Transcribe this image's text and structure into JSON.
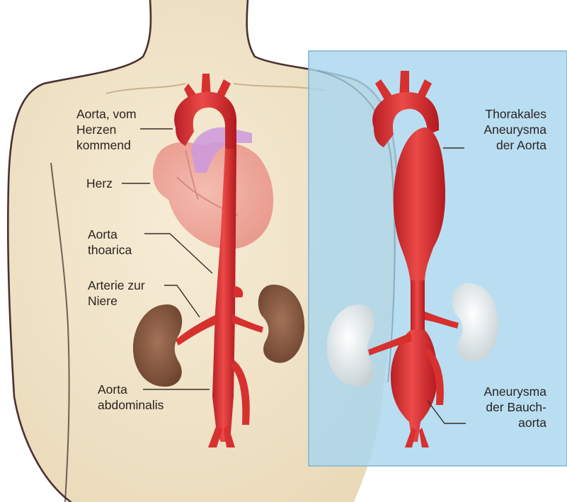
{
  "labels": {
    "aorta_from_heart": [
      "Aorta, vom",
      "Herzen",
      "kommend"
    ],
    "heart": [
      "Herz"
    ],
    "aorta_thoracica": [
      "Aorta",
      "thoarica"
    ],
    "renal_artery": [
      "Arterie zur",
      "Niere"
    ],
    "aorta_abdominalis": [
      "Aorta",
      "abdominalis"
    ],
    "thoracic_aneurysm": [
      "Thorakales",
      "Aneurysma",
      "der Aorta"
    ],
    "abdominal_aneurysm": [
      "Aneurysma",
      "der Bauch-",
      "aorta"
    ]
  },
  "colors": {
    "skin": "#f2e6cd",
    "body_outline": "#4a3230",
    "aorta": "#e23a3c",
    "heart": "#eea59a",
    "kidney_normal": "#8c5f45",
    "kidney_compared": "#dfe6e8",
    "overlay_panel": "#a9d7ef",
    "label_text": "#2a2320"
  }
}
